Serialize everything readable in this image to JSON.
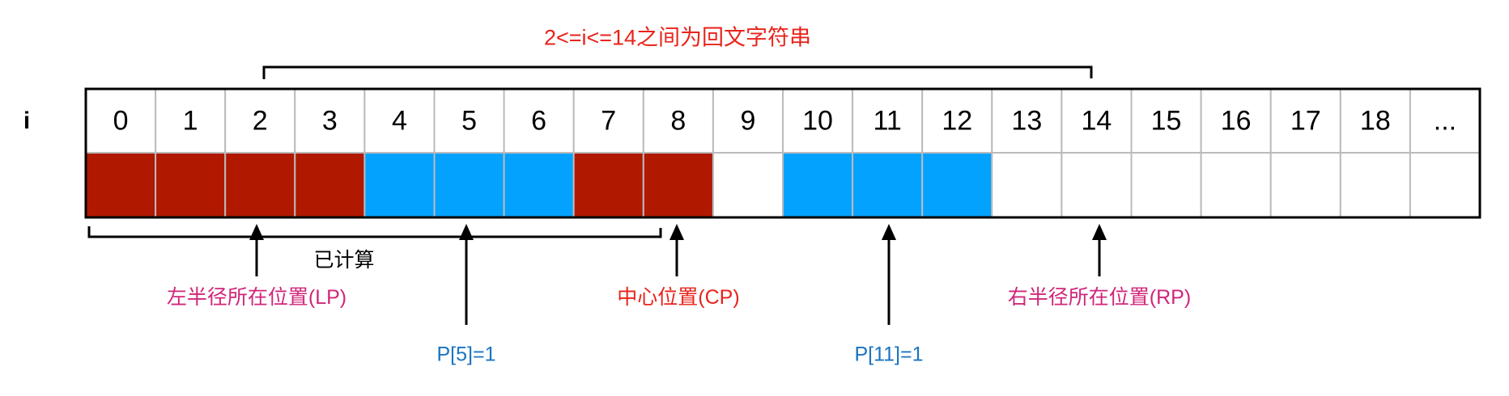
{
  "title": "2<=i<=14之间为回文字符串",
  "row_label": "i",
  "indices": [
    "0",
    "1",
    "2",
    "3",
    "4",
    "5",
    "6",
    "7",
    "8",
    "9",
    "10",
    "11",
    "12",
    "13",
    "14",
    "15",
    "16",
    "17",
    "18",
    "..."
  ],
  "cell_states": [
    "red",
    "red",
    "red",
    "red",
    "blue",
    "blue",
    "blue",
    "red",
    "red",
    "empty",
    "blue",
    "blue",
    "blue",
    "empty",
    "empty",
    "empty",
    "empty",
    "empty",
    "empty",
    "empty"
  ],
  "computed_label": "已计算",
  "annotations": {
    "lp": "左半径所在位置(LP)",
    "cp": "中心位置(CP)",
    "rp": "右半径所在位置(RP)",
    "p5": "P[5]=1",
    "p11": "P[11]=1"
  },
  "colors": {
    "red": "#b01800",
    "blue": "#03a2fe",
    "empty": "#ffffff",
    "title": "#e8231a",
    "pink": "#d0267a",
    "cp": "#e8231a",
    "pblue": "#1a74c0"
  }
}
